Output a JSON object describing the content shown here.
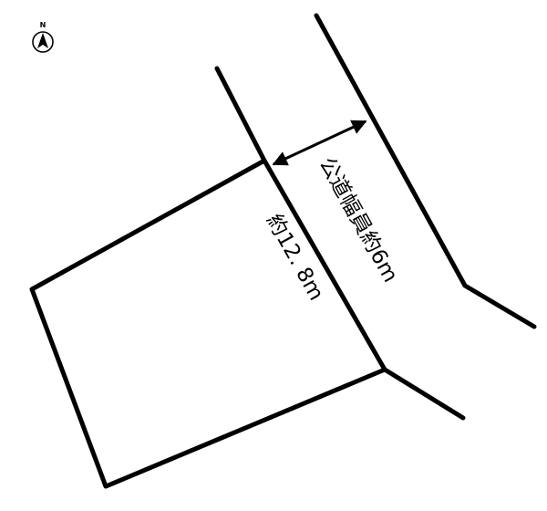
{
  "compass": {
    "label": "N",
    "icon": "north-arrow-icon"
  },
  "road": {
    "label": "公道幅員約6m",
    "width_text": "約6m",
    "type": "公道"
  },
  "frontage": {
    "label": "約12. 8m"
  },
  "colors": {
    "line": "#000000",
    "background": "#ffffff"
  }
}
